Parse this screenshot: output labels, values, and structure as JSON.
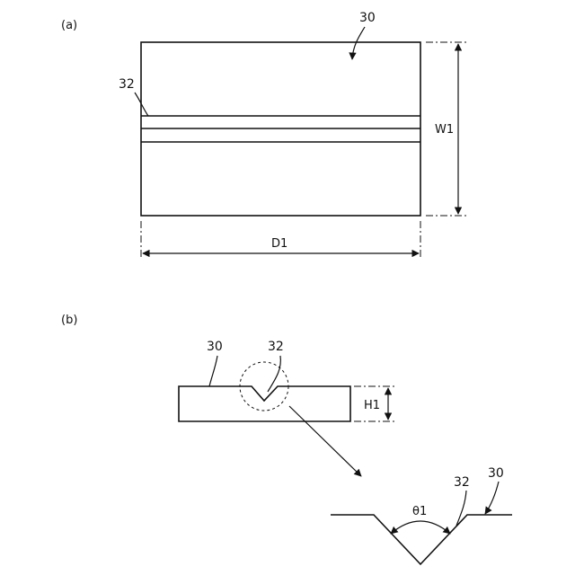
{
  "panel_a": {
    "label": "(a)",
    "plate_ref": "30",
    "groove_ref": "32",
    "width_dim": "W1",
    "depth_dim": "D1"
  },
  "panel_b": {
    "label": "(b)",
    "plate_ref": "30",
    "groove_ref": "32",
    "height_dim": "H1"
  },
  "detail": {
    "angle_label": "θ1",
    "groove_ref": "32",
    "plate_ref": "30"
  },
  "colors": {
    "line": "#111111",
    "background": "#ffffff"
  }
}
